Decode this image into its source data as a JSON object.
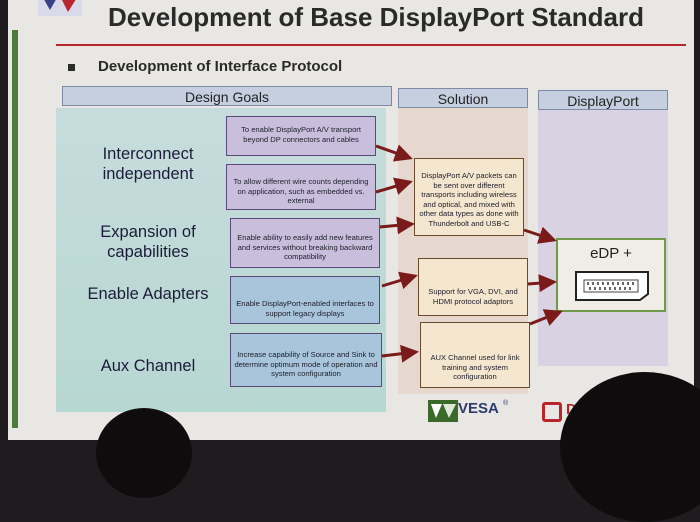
{
  "slide": {
    "title": "Development of Base DisplayPort Standard",
    "subtitle": "Development of Interface Protocol"
  },
  "columns": {
    "goals": "Design Goals",
    "solution": "Solution",
    "displayport": "DisplayPort"
  },
  "goals": [
    {
      "label": "Interconnect independent",
      "boxes": [
        "To enable DisplayPort A/V transport beyond DP connectors and cables",
        "To allow different wire counts depending on application, such as embedded vs. external"
      ]
    },
    {
      "label": "Expansion of capabilities",
      "boxes": [
        "Enable ability to easily add new features and services without breaking backward compatibility"
      ]
    },
    {
      "label": "Enable Adapters",
      "boxes": [
        "Enable DisplayPort-enabled interfaces to support legacy displays"
      ]
    },
    {
      "label": "Aux Channel",
      "boxes": [
        "Increase capability of Source and Sink to determine optimum mode of operation and system configuration"
      ]
    }
  ],
  "solutions": [
    "DisplayPort A/V packets can be sent over different transports including wireless and optical, and mixed with other data types as done with Thunderbolt and USB-C",
    "Support for VGA, DVI, and HDMI protocol adaptors",
    "AUX Channel used for link training and system configuration"
  ],
  "displayport": {
    "label": "eDP +"
  },
  "footer": {
    "vesa": "VESA",
    "vesa_mark": "®",
    "dp": "D"
  },
  "colors": {
    "title_rule": "#b8262b",
    "accent_green": "#4e7a3a",
    "arrow": "#7a1a1a"
  }
}
